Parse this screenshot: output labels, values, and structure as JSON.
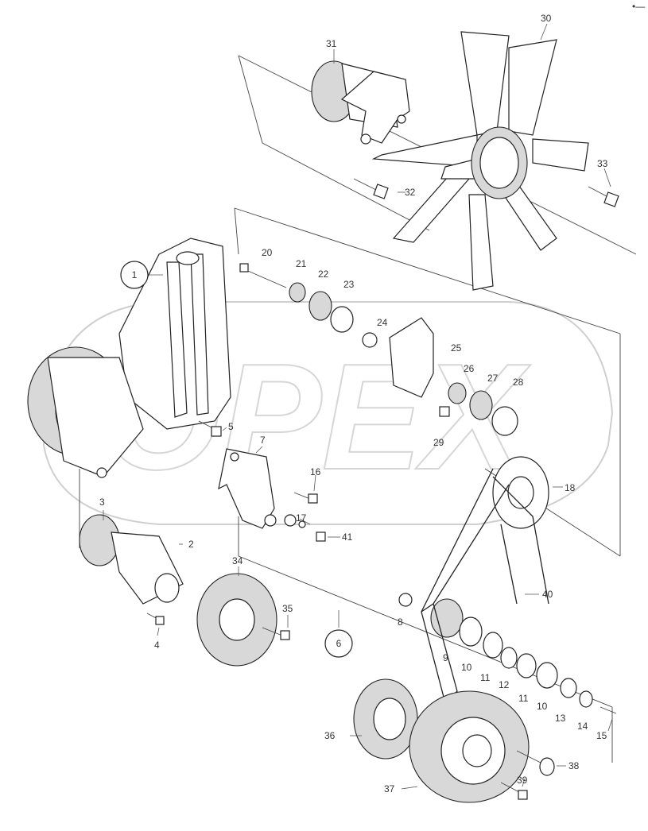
{
  "watermark": "OPEX",
  "corner_mark": "•—",
  "callouts": {
    "c1": "1",
    "c2": "2",
    "c3": "3",
    "c4": "4",
    "c5": "5",
    "c6": "6",
    "c7": "7",
    "c8": "8",
    "c9": "9",
    "c10a": "10",
    "c10b": "10",
    "c11a": "11",
    "c11b": "11",
    "c12": "12",
    "c13": "13",
    "c14": "14",
    "c15": "15",
    "c16": "16",
    "c17": "17",
    "c18": "18",
    "c20": "20",
    "c21": "21",
    "c22": "22",
    "c23": "23",
    "c24": "24",
    "c25": "25",
    "c26": "26",
    "c27": "27",
    "c28": "28",
    "c29": "29",
    "c30": "30",
    "c31": "31",
    "c32": "32",
    "c33": "33",
    "c34": "34",
    "c35": "35",
    "c36": "36",
    "c37": "37",
    "c38": "38",
    "c39": "39",
    "c40": "40",
    "c41": "41"
  }
}
